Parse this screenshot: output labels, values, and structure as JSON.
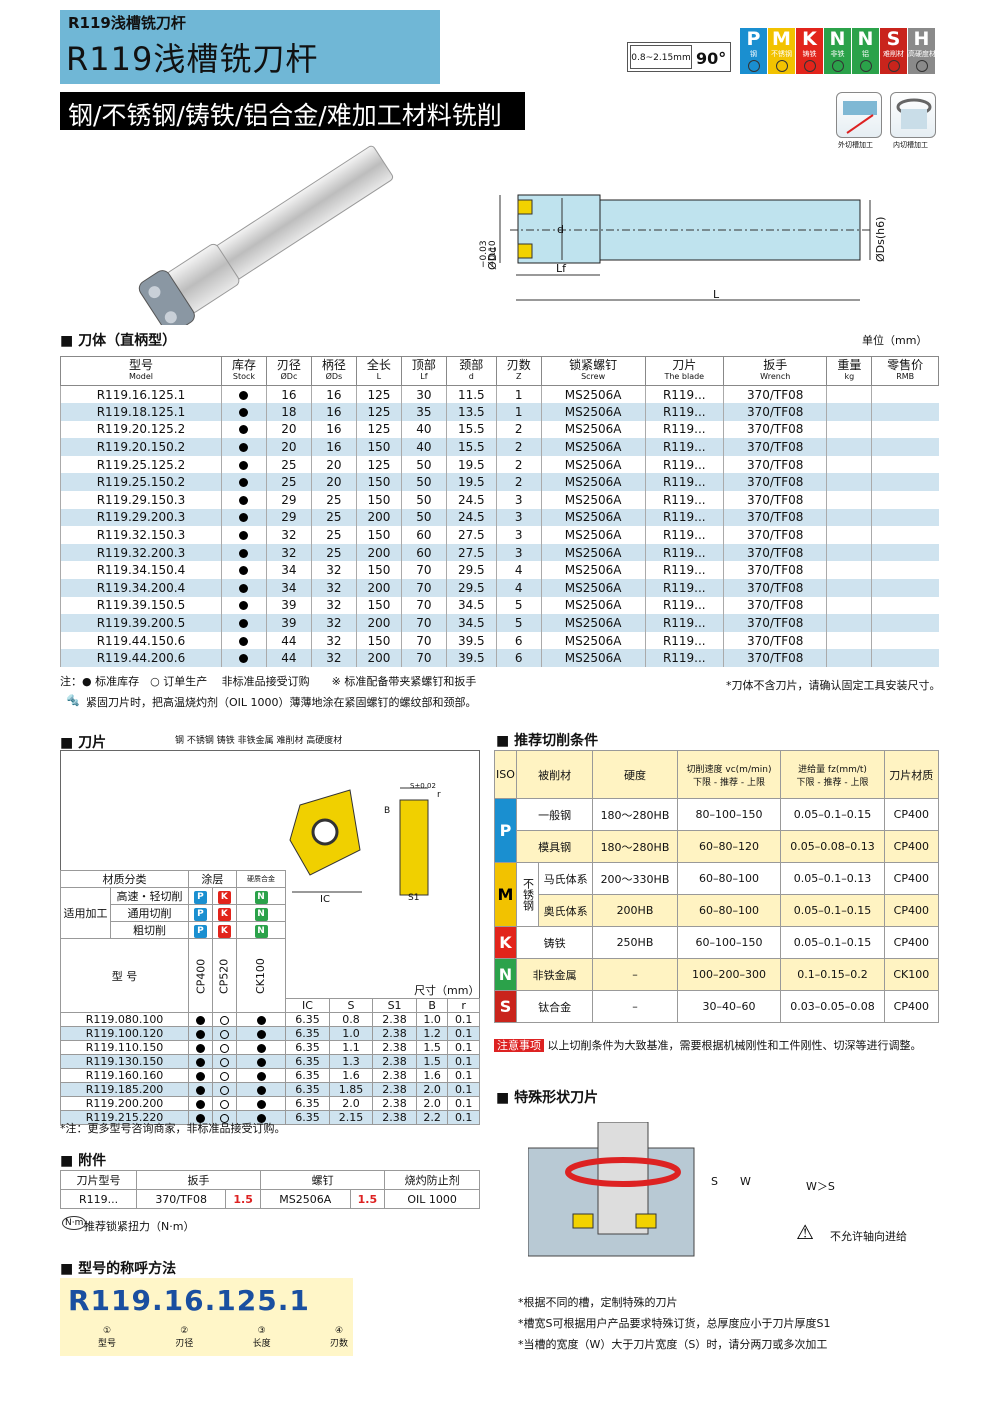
{
  "header": {
    "subtitle": "R119浅槽铣刀杆",
    "title": "R119浅槽铣刀杆",
    "section_strip": "钢/不锈钢/铸铁/铝合金/难加工材料铣削用",
    "depth_label": "0.8~2.15mm",
    "angle": "90°"
  },
  "materials": [
    {
      "letter": "P",
      "name": "钢",
      "color": "#1a8fd0"
    },
    {
      "letter": "M",
      "name": "不锈钢",
      "color": "#f2c200"
    },
    {
      "letter": "K",
      "name": "铸铁",
      "color": "#e2241b"
    },
    {
      "letter": "N",
      "name": "非铁",
      "color": "#2ba24a"
    },
    {
      "letter": "N",
      "name": "铝",
      "color": "#2ba24a"
    },
    {
      "letter": "S",
      "name": "难削材",
      "color": "#c9241c"
    },
    {
      "letter": "H",
      "name": "高硬度材",
      "color": "#8a8a8a"
    }
  ],
  "applications": [
    "外切槽加工",
    "内切槽加工"
  ],
  "drawing": {
    "dc": "ØDc",
    "tol": "−0.03\n−0.10",
    "d": "d",
    "lf": "Lf",
    "l": "L",
    "ds": "ØDs(h6)"
  },
  "body_section": {
    "title": "刀体（直柄型）",
    "unit": "单位（mm）",
    "headers": [
      [
        "型号",
        "Model"
      ],
      [
        "库存",
        "Stock"
      ],
      [
        "刃径",
        "ØDc"
      ],
      [
        "柄径",
        "ØDs"
      ],
      [
        "全长",
        "L"
      ],
      [
        "顶部",
        "Lf"
      ],
      [
        "颈部",
        "d"
      ],
      [
        "刃数",
        "Z"
      ],
      [
        "锁紧螺钉",
        "Screw"
      ],
      [
        "刀片",
        "The blade"
      ],
      [
        "扳手",
        "Wrench"
      ],
      [
        "重量",
        "kg"
      ],
      [
        "零售价",
        "RMB"
      ]
    ],
    "rows": [
      [
        "R119.16.125.1",
        "16",
        "16",
        "125",
        "30",
        "11.5",
        "1",
        "MS2506A",
        "R119...",
        "370/TF08"
      ],
      [
        "R119.18.125.1",
        "18",
        "16",
        "125",
        "35",
        "13.5",
        "1",
        "MS2506A",
        "R119...",
        "370/TF08"
      ],
      [
        "R119.20.125.2",
        "20",
        "16",
        "125",
        "40",
        "15.5",
        "2",
        "MS2506A",
        "R119...",
        "370/TF08"
      ],
      [
        "R119.20.150.2",
        "20",
        "16",
        "150",
        "40",
        "15.5",
        "2",
        "MS2506A",
        "R119...",
        "370/TF08"
      ],
      [
        "R119.25.125.2",
        "25",
        "20",
        "125",
        "50",
        "19.5",
        "2",
        "MS2506A",
        "R119...",
        "370/TF08"
      ],
      [
        "R119.25.150.2",
        "25",
        "20",
        "150",
        "50",
        "19.5",
        "2",
        "MS2506A",
        "R119...",
        "370/TF08"
      ],
      [
        "R119.29.150.3",
        "29",
        "25",
        "150",
        "50",
        "24.5",
        "3",
        "MS2506A",
        "R119...",
        "370/TF08"
      ],
      [
        "R119.29.200.3",
        "29",
        "25",
        "200",
        "50",
        "24.5",
        "3",
        "MS2506A",
        "R119...",
        "370/TF08"
      ],
      [
        "R119.32.150.3",
        "32",
        "25",
        "150",
        "60",
        "27.5",
        "3",
        "MS2506A",
        "R119...",
        "370/TF08"
      ],
      [
        "R119.32.200.3",
        "32",
        "25",
        "200",
        "60",
        "27.5",
        "3",
        "MS2506A",
        "R119...",
        "370/TF08"
      ],
      [
        "R119.34.150.4",
        "34",
        "32",
        "150",
        "70",
        "29.5",
        "4",
        "MS2506A",
        "R119...",
        "370/TF08"
      ],
      [
        "R119.34.200.4",
        "34",
        "32",
        "200",
        "70",
        "29.5",
        "4",
        "MS2506A",
        "R119...",
        "370/TF08"
      ],
      [
        "R119.39.150.5",
        "39",
        "32",
        "150",
        "70",
        "34.5",
        "5",
        "MS2506A",
        "R119...",
        "370/TF08"
      ],
      [
        "R119.39.200.5",
        "39",
        "32",
        "200",
        "70",
        "34.5",
        "5",
        "MS2506A",
        "R119...",
        "370/TF08"
      ],
      [
        "R119.44.150.6",
        "44",
        "32",
        "150",
        "70",
        "39.5",
        "6",
        "MS2506A",
        "R119...",
        "370/TF08"
      ],
      [
        "R119.44.200.6",
        "44",
        "32",
        "200",
        "70",
        "39.5",
        "6",
        "MS2506A",
        "R119...",
        "370/TF08"
      ]
    ],
    "note1": "注：● 标准库存　○ 订单生产　 非标准品接受订购　　※ 标准配备带夹紧螺钉和扳手",
    "note_right": "*刀体不含刀片，请确认固定工具安装尺寸。",
    "note2": "紧固刀片时，把高温烧灼剂（OIL 1000）薄薄地涂在紧固螺钉的螺纹部和颈部。"
  },
  "blade_section": {
    "title": "刀片",
    "legend": "钢 不锈钢 铸铁 非铁金属 难削材 高硬度材",
    "mat_class": "材质分类",
    "coating": "涂层",
    "uncoated": "硬质合金",
    "apply": "适用加工",
    "apps": [
      "高速・轻切削",
      "通用切削",
      "粗切削"
    ],
    "model": "型 号",
    "grades": [
      "CP400",
      "CP520",
      "CK100"
    ],
    "size_unit": "尺寸（mm）",
    "dims": [
      "IC",
      "S",
      "S1",
      "B",
      "r"
    ],
    "rows": [
      [
        "R119.080.100",
        "6.35",
        "0.8",
        "2.38",
        "1.0",
        "0.1"
      ],
      [
        "R119.100.120",
        "6.35",
        "1.0",
        "2.38",
        "1.2",
        "0.1"
      ],
      [
        "R119.110.150",
        "6.35",
        "1.1",
        "2.38",
        "1.5",
        "0.1"
      ],
      [
        "R119.130.150",
        "6.35",
        "1.3",
        "2.38",
        "1.5",
        "0.1"
      ],
      [
        "R119.160.160",
        "6.35",
        "1.6",
        "2.38",
        "1.6",
        "0.1"
      ],
      [
        "R119.185.200",
        "6.35",
        "1.85",
        "2.38",
        "2.0",
        "0.1"
      ],
      [
        "R119.200.200",
        "6.35",
        "2.0",
        "2.38",
        "2.0",
        "0.1"
      ],
      [
        "R119.215.220",
        "6.35",
        "2.15",
        "2.38",
        "2.2",
        "0.1"
      ]
    ],
    "note": "*注：更多型号咨询商家，非标准品接受订购。",
    "fig_ic": "IC",
    "fig_s": "S±0.02",
    "fig_b": "B",
    "fig_s1": "S1",
    "fig_r": "r"
  },
  "cond_section": {
    "title": "推荐切削条件",
    "h_iso": "ISO",
    "h_mat": "被削材",
    "h_hard": "硬度",
    "h_speed": "切削速度 vc(m/min)",
    "h_speed2": "下限 - 推荐 - 上限",
    "h_feed": "进给量 fz(mm/t)",
    "h_feed2": "下限 - 推荐 - 上限",
    "h_blade": "刀片材质",
    "rows": [
      [
        "P",
        "一般钢",
        "180～280HB",
        "80–100–150",
        "0.05–0.1–0.15",
        "CP400"
      ],
      [
        "",
        "模具钢",
        "180～280HB",
        "60–80–120",
        "0.05–0.08–0.13",
        "CP400"
      ],
      [
        "M",
        "马氏体系",
        "200～330HB",
        "60–80–100",
        "0.05–0.1–0.13",
        "CP400"
      ],
      [
        "",
        "奥氏体系",
        "200HB",
        "60–80–100",
        "0.05–0.1–0.15",
        "CP400"
      ],
      [
        "K",
        "铸铁",
        "250HB",
        "60–100–150",
        "0.05–0.1–0.15",
        "CP400"
      ],
      [
        "N",
        "非铁金属",
        "–",
        "100–200–300",
        "0.1–0.15–0.2",
        "CK100"
      ],
      [
        "S",
        "钛合金",
        "–",
        "30–40–60",
        "0.03–0.05–0.08",
        "CP400"
      ]
    ],
    "m_sub": "不锈钢",
    "caution_tag": "注意事项",
    "caution": "以上切削条件为大致基准，需要根据机械刚性和工件刚性、切深等进行调整。"
  },
  "special": {
    "title": "特殊形状刀片",
    "ws": "W＞S",
    "s": "S",
    "w": "W",
    "warn": "不允许轴向进给",
    "notes": [
      "*根据不同的槽，定制特殊的刀片",
      "*槽宽S可根据用户产品要求特殊订货，总厚度应小于刀片厚度S1",
      "*当槽的宽度（W）大于刀片宽度（S）时，请分两刀或多次加工"
    ]
  },
  "accessory": {
    "title": "附件",
    "headers": [
      "刀片型号",
      "扳手",
      "螺钉",
      "烧灼防止剂"
    ],
    "row": [
      "R119...",
      "370/TF08",
      "1.5",
      "MS2506A",
      "1.5",
      "OIL 1000"
    ],
    "torque": "推荐锁紧扭力（N·m）"
  },
  "naming": {
    "title": "型号的称呼方法",
    "parts": [
      "R119",
      ".",
      "16",
      ".",
      "125",
      ".",
      "1"
    ],
    "labels": [
      "型号",
      "刃径",
      "长度",
      "刃数"
    ],
    "nums": [
      "①",
      "②",
      "③",
      "④"
    ]
  }
}
